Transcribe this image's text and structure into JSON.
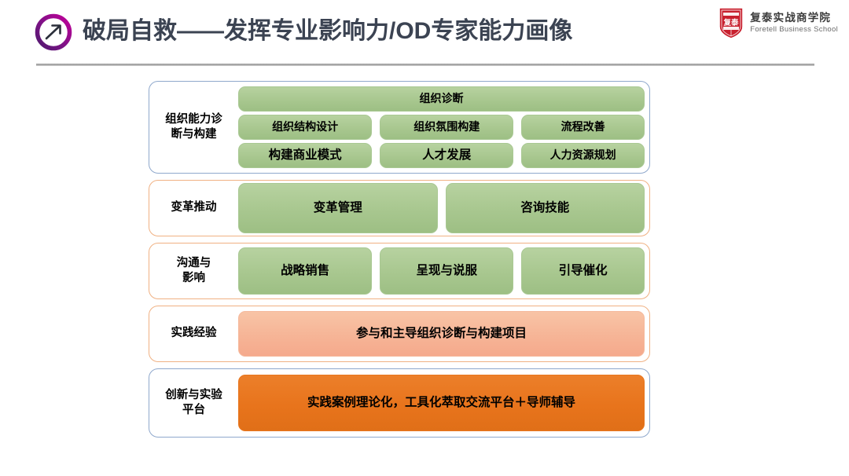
{
  "header": {
    "title_main": "破局自救——发挥专业影响力",
    "title_slash": "/",
    "title_sub": "OD专家能力画像",
    "arrow_icon": "arrow-up-right-circle-icon",
    "divider": "header-divider"
  },
  "logo": {
    "crest_icon": "shield-crest-icon",
    "crest_text": "复泰",
    "name_cn": "复泰实战商学院",
    "name_en": "Foretell Business School"
  },
  "colors": {
    "title": "#3b4352",
    "ring_outer": "#6d1f86",
    "ring_inner": "#b8008f",
    "green": "#a8c78f",
    "peach": "#f6b395",
    "deep_orange": "#e8741c",
    "border_blue": "#8fa8cc",
    "border_orange": "#f0b183",
    "crest_red": "#c8202e"
  },
  "diagram": {
    "bands": [
      {
        "label": "组织能力诊\n断与构建",
        "label_lines": [
          "组织能力诊",
          "断与构建"
        ],
        "border": "blue",
        "rows": [
          {
            "cells": [
              {
                "text": "组织诊断",
                "style": "green",
                "flex": 1,
                "size": 14
              }
            ]
          },
          {
            "cells": [
              {
                "text": "组织结构设计",
                "style": "green",
                "flex": 1,
                "size": 14
              },
              {
                "text": "组织氛围构建",
                "style": "green",
                "flex": 1,
                "size": 14
              },
              {
                "text": "流程改善",
                "style": "green",
                "flex": 0.92,
                "size": 14
              }
            ]
          },
          {
            "cells": [
              {
                "text": "构建商业模式",
                "style": "green",
                "flex": 1,
                "size": 15.5
              },
              {
                "text": "人才发展",
                "style": "green",
                "flex": 1,
                "size": 15.5
              },
              {
                "text": "人力资源规划",
                "style": "green",
                "flex": 0.92,
                "size": 14
              }
            ]
          }
        ]
      },
      {
        "label": "变革推动",
        "label_lines": [
          "变革推动"
        ],
        "border": "orange",
        "rows": [
          {
            "cells": [
              {
                "text": "变革管理",
                "style": "green",
                "flex": 1,
                "size": 15.5
              },
              {
                "text": "咨询技能",
                "style": "green",
                "flex": 1,
                "size": 15.5
              }
            ]
          }
        ]
      },
      {
        "label": "沟通与\n影响",
        "label_lines": [
          "沟通与",
          "影响"
        ],
        "border": "orange",
        "rows": [
          {
            "cells": [
              {
                "text": "战略销售",
                "style": "green",
                "flex": 1,
                "size": 15.5
              },
              {
                "text": "呈现与说服",
                "style": "green",
                "flex": 1,
                "size": 15.5
              },
              {
                "text": "引导催化",
                "style": "green",
                "flex": 0.92,
                "size": 15.5
              }
            ]
          }
        ]
      },
      {
        "label": "实践经验",
        "label_lines": [
          "实践经验"
        ],
        "border": "orange",
        "rows": [
          {
            "cells": [
              {
                "text": "参与和主导组织诊断与构建项目",
                "style": "peach",
                "flex": 1,
                "size": 15.5
              }
            ]
          }
        ]
      },
      {
        "label": "创新与实验\n平台",
        "label_lines": [
          "创新与实验",
          "平台"
        ],
        "border": "blue",
        "rows": [
          {
            "cells": [
              {
                "text": "实践案例理论化，工具化萃取交流平台\n＋导师辅导",
                "style": "deep-orange",
                "flex": 1,
                "size": 15.5
              }
            ]
          }
        ]
      }
    ]
  }
}
